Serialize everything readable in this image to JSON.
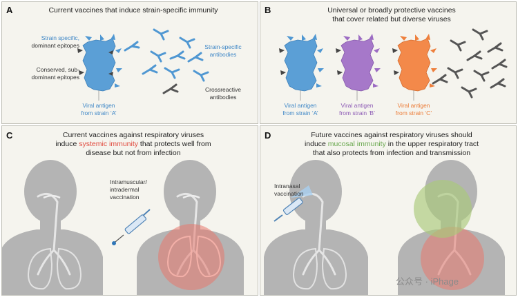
{
  "panels": {
    "a": {
      "letter": "A",
      "title": "Current vaccines that induce strain-specific immunity",
      "label_strain_specific": "Strain specific,",
      "label_dominant": "dominant epitopes",
      "label_conserved": "Conserved, sub-",
      "label_subdominant": "dominant epitopes",
      "label_antigen_1": "Viral antigen",
      "label_antigen_2": "from strain ‘A’",
      "label_ab_1": "Strain-specific",
      "label_ab_2": "antibodies",
      "label_cross_1": "Crossreactive",
      "label_cross_2": "antibodies"
    },
    "b": {
      "letter": "B",
      "title_1": "Universal or broadly protective vaccines",
      "title_2": "that cover related but diverse viruses",
      "antigen_a_1": "Viral antigen",
      "antigen_a_2": "from strain ‘A’",
      "antigen_b_1": "Viral antigen",
      "antigen_b_2": "from strain ‘B’",
      "antigen_c_1": "Viral antigen",
      "antigen_c_2": "from strain ‘C’"
    },
    "c": {
      "letter": "C",
      "title_1": "Current vaccines against respiratory viruses",
      "title_2_pre": "induce ",
      "title_2_highlight": "systemic immunity",
      "title_2_post": " that protects well from",
      "title_3": "disease but not from infection",
      "label_route_1": "Intramuscular/",
      "label_route_2": "intradermal",
      "label_route_3": "vaccination"
    },
    "d": {
      "letter": "D",
      "title_1": "Future vaccines against respiratory viruses should",
      "title_2_pre": "induce ",
      "title_2_highlight": "mucosal immunity",
      "title_2_post": " in the upper respiratory tract",
      "title_3": "that also protects from infection and transmission",
      "label_route_1": "Intranasal",
      "label_route_2": "vaccination"
    }
  },
  "watermark": "公众号 · iPhage",
  "colors": {
    "panel_bg": "#f5f4ee",
    "strain_a": "#5b9fd6",
    "strain_b": "#a678c9",
    "strain_c": "#f3894a",
    "antibody_specific": "#4f97d2",
    "antibody_cross": "#555555",
    "body": "#b4b4b4",
    "systemic": "#e8786d",
    "mucosal": "#a9c97a"
  }
}
